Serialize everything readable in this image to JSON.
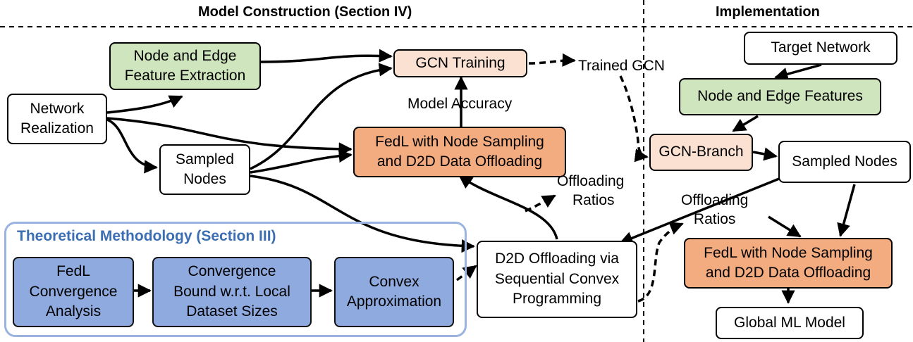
{
  "headers": {
    "model_construction": "Model Construction (Section IV)",
    "implementation": "Implementation"
  },
  "nodes": {
    "network_realization": [
      "Network",
      "Realization"
    ],
    "feature_extraction": [
      "Node and Edge",
      "Feature Extraction"
    ],
    "sampled_nodes_left": [
      "Sampled",
      "Nodes"
    ],
    "gcn_training": [
      "GCN Training"
    ],
    "fedl_left": [
      "FedL with Node Sampling",
      "and D2D Data Offloading"
    ],
    "d2d_offloading": [
      "D2D Offloading via",
      "Sequential Convex",
      "Programming"
    ],
    "theory_title": "Theoretical Methodology (Section III)",
    "fedl_convergence": [
      "FedL",
      "Convergence",
      "Analysis"
    ],
    "convergence_bound": [
      "Convergence",
      "Bound w.r.t. Local",
      "Dataset Sizes"
    ],
    "convex_approx": [
      "Convex",
      "Approximation"
    ],
    "target_network": [
      "Target Network"
    ],
    "node_edge_features": [
      "Node and Edge Features"
    ],
    "gcn_branch": [
      "GCN-Branch"
    ],
    "sampled_nodes_right": [
      "Sampled Nodes"
    ],
    "fedl_right": [
      "FedL with Node Sampling",
      "and D2D Data Offloading"
    ],
    "global_model": [
      "Global ML Model"
    ]
  },
  "labels": {
    "trained_gcn": "Trained GCN",
    "model_accuracy": "Model Accuracy",
    "offloading_ratios_left": [
      "Offloading",
      "Ratios"
    ],
    "offloading_ratios_right": [
      "Offloading",
      "Ratios"
    ]
  }
}
